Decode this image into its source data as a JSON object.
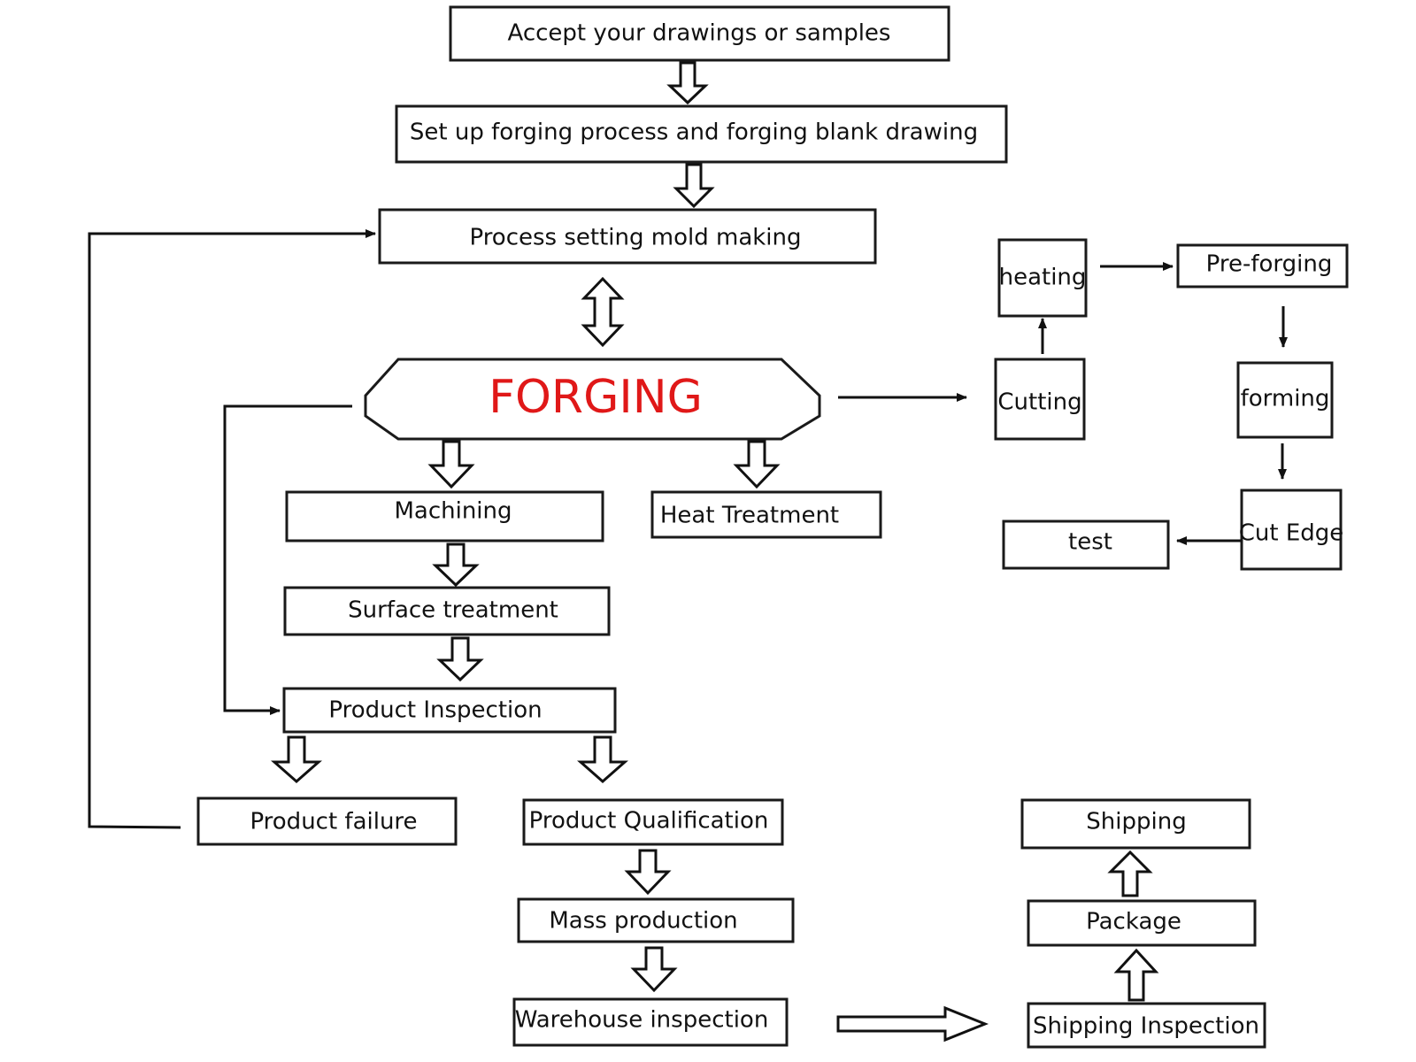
{
  "nodes": {
    "accept": "Accept your drawings or samples",
    "setup": "Set up forging process and forging blank drawing",
    "process_setting": "Process setting mold making",
    "forging": "FORGING",
    "machining": "Machining",
    "heat_treatment": "Heat Treatment",
    "surface_treatment": "Surface treatment",
    "product_inspection": "Product Inspection",
    "product_failure": "Product failure",
    "product_qualification": "Product Qualification",
    "mass_production": "Mass production",
    "warehouse_inspection": "Warehouse inspection",
    "shipping_inspection": "Shipping Inspection",
    "package": "Package",
    "shipping": "Shipping",
    "heating": "heating",
    "pre_forging": "Pre-forging",
    "cutting": "Cutting",
    "forming": "forming",
    "cut_edge": "Cut Edge",
    "test": "test"
  },
  "colors": {
    "forging_text": "#e01818",
    "stroke": "#111111"
  }
}
